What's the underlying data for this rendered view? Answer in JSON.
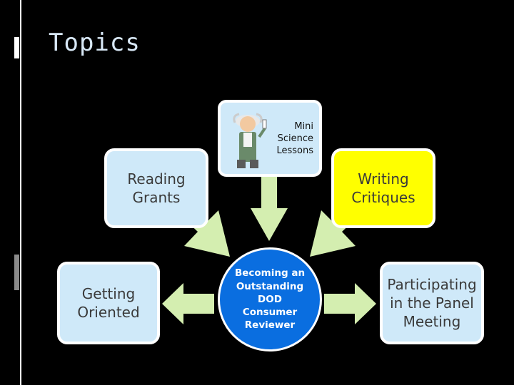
{
  "slide": {
    "title": "Topics"
  },
  "nodes": {
    "mini_science": "Mini\nScience\nLessons",
    "reading_grants": "Reading\nGrants",
    "writing_critiques": "Writing\nCritiques",
    "getting_oriented": "Getting\nOriented",
    "participating": "Participating\nin the Panel\nMeeting",
    "center": "Becoming an\nOutstanding\nDOD\nConsumer\nReviewer"
  },
  "colors": {
    "background": "#000000",
    "blue_box": "#cfe9f9",
    "yellow_box": "#ffff00",
    "center_circle": "#0a6ee0",
    "arrow": "#d4eeb0"
  },
  "icons": {
    "scientist": "scientist-cartoon-icon"
  }
}
